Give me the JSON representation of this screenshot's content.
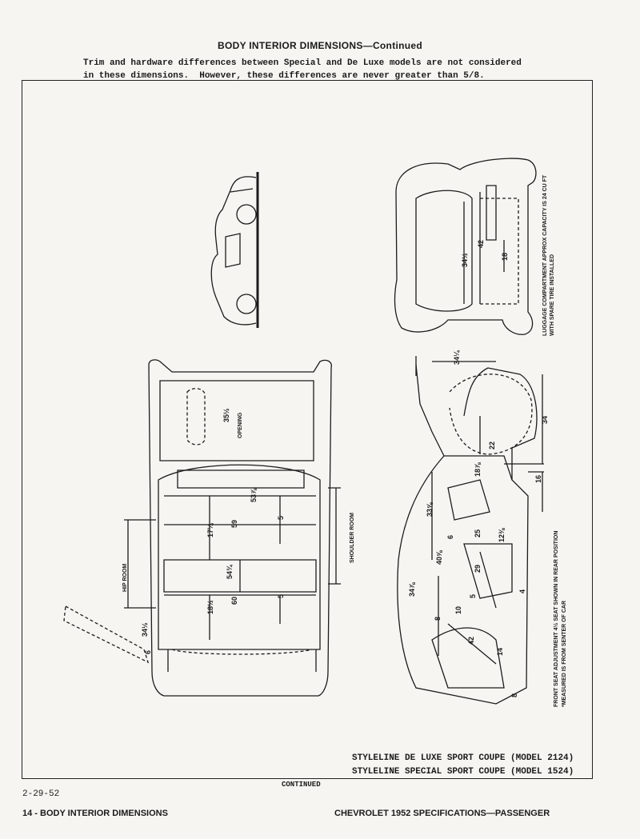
{
  "header": {
    "title": "BODY INTERIOR DIMENSIONS—Continued",
    "intro_line1": "Trim and hardware differences between Special and De Luxe models are not considered",
    "intro_line2": "in these dimensions.  However, these differences are never greater than 5/8."
  },
  "figure": {
    "luggage_note_1": "LUGGAGE COMPARTMENT APPROX CAPACITY IS 24 CU FT",
    "luggage_note_2": "WITH SPARE TIRE INSTALLED",
    "seat_note_1": "FRONT SEAT ADJUSTMENT 4½ SEAT SHOWN IN REAR POSITION",
    "seat_note_2": "*MEASURED IS FROM SENTER OF CAR",
    "hip_room": "HIP ROOM",
    "shoulder_room": "SHOULDER ROOM",
    "opening": "OPENING",
    "dims": {
      "opening": "35½",
      "top_width": "53⅞",
      "d59": "59",
      "d60": "60",
      "d17": "17¼",
      "d18": "18½",
      "d5a": "5",
      "d5b": "5",
      "d54": "54¾",
      "d34a": "34¼",
      "d16": "16",
      "d22": "22",
      "d34b": "34",
      "d34c": "34½",
      "d42": "42",
      "d18b": "18",
      "d18c": "18⅞",
      "d33": "33⅝",
      "d25": "25",
      "d6": "6",
      "d12": "12⅜",
      "d40": "40⅝",
      "d29": "29",
      "d5c": "5",
      "d4": "4",
      "d34d": "34⅞",
      "d10": "10",
      "d8": "8",
      "d14": "14",
      "d42b": "42",
      "d34e": "34½",
      "d6b": "6",
      "d8b": "8"
    }
  },
  "captions": {
    "line1": "STYLELINE DE LUXE SPORT COUPE (MODEL 2124)",
    "line2": "STYLELINE SPECIAL SPORT COUPE (MODEL 1524)"
  },
  "continued": "CONTINUED",
  "date": "2-29-52",
  "footer": {
    "left": "14 - BODY INTERIOR DIMENSIONS",
    "right": "CHEVROLET 1952 SPECIFICATIONS—PASSENGER"
  }
}
